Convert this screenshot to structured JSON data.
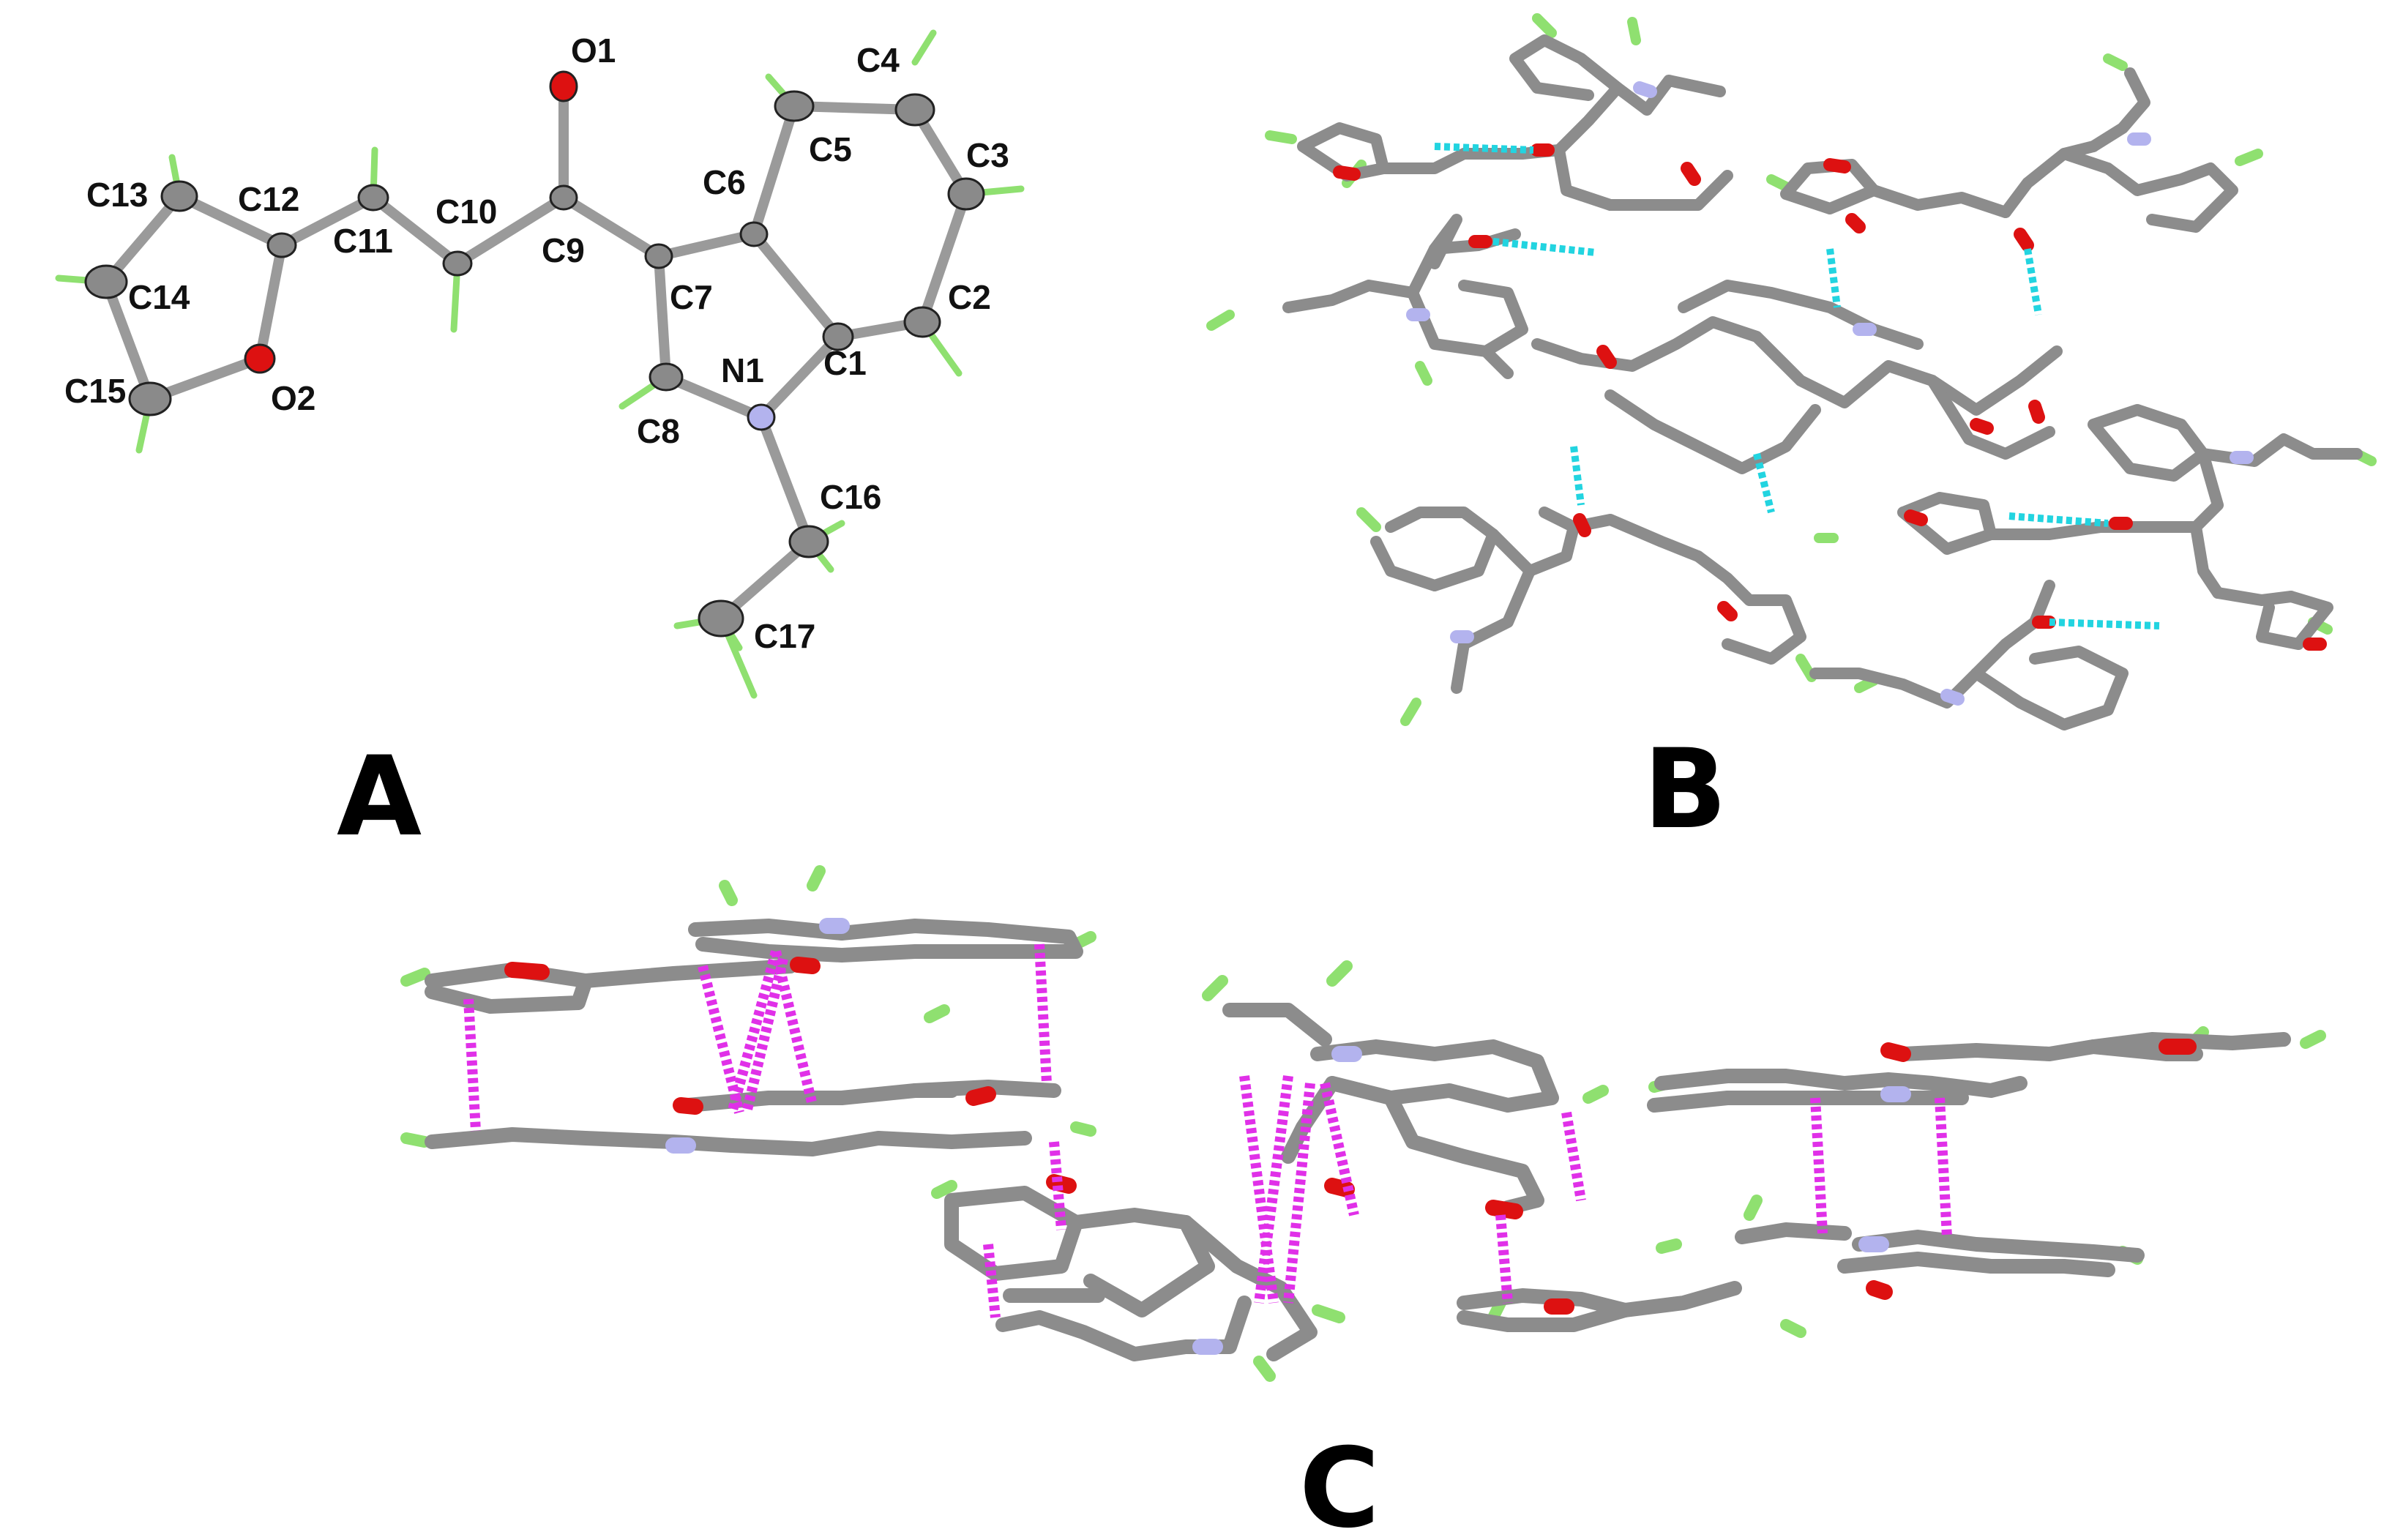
{
  "panels": {
    "a": {
      "label": "A"
    },
    "b": {
      "label": "B"
    },
    "c": {
      "label": "C"
    }
  },
  "atoms": {
    "O1": "O1",
    "O2": "O2",
    "N1": "N1",
    "C1": "C1",
    "C2": "C2",
    "C3": "C3",
    "C4": "C4",
    "C5": "C5",
    "C6": "C6",
    "C7": "C7",
    "C8": "C8",
    "C9": "C9",
    "C10": "C10",
    "C11": "C11",
    "C12": "C12",
    "C13": "C13",
    "C14": "C14",
    "C15": "C15",
    "C16": "C16",
    "C17": "C17"
  },
  "colors": {
    "carbon": "#8c8c8c",
    "carbon_dark": "#4a4a4a",
    "oxygen": "#dd1111",
    "nitrogen": "#b3b3ee",
    "hydrogen": "#8fe070",
    "hbond": "#22d4e0",
    "pi_stack": "#e030e8"
  }
}
